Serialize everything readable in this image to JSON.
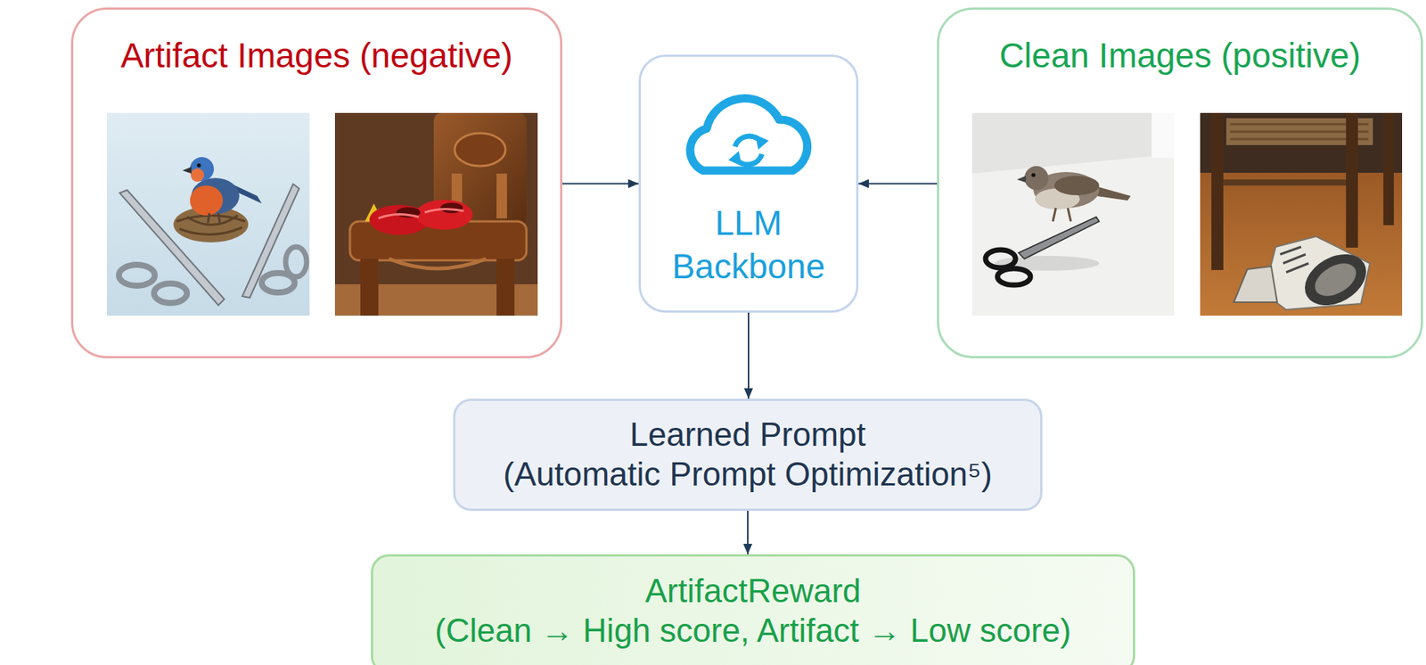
{
  "diagram": {
    "nodes": [
      {
        "text": [
          "Artifact Images (negative)"
        ]
      },
      {
        "text": [
          "LLM Backbone"
        ]
      },
      {
        "text": [
          "Clean Images (positive)"
        ]
      },
      {
        "text": [
          "Learned Prompt",
          "(Automatic Prompt Optimization⁵)"
        ]
      },
      {
        "text": [
          "ArtifactReward",
          "(Clean → High score, Artifact → Low score)"
        ]
      }
    ],
    "edges": [
      {
        "from": 0,
        "to": 1,
        "arrow": "to"
      },
      {
        "from": 2,
        "to": 1,
        "arrow": "to"
      },
      {
        "from": 1,
        "to": 3,
        "arrow": "to"
      },
      {
        "from": 3,
        "to": 4,
        "arrow": "to"
      }
    ]
  }
}
